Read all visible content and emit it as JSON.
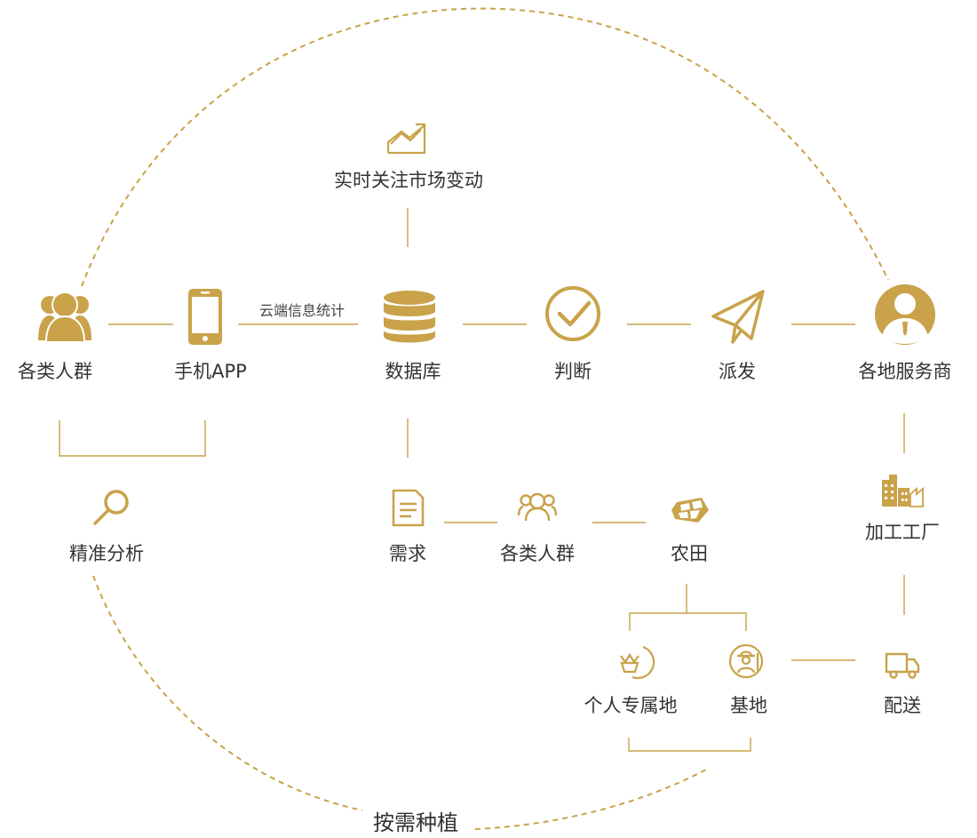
{
  "colors": {
    "gold": "#C9A24A",
    "text": "#333333",
    "dash": "#C9A24A"
  },
  "nodes": {
    "market": {
      "label": "实时关注市场变动",
      "icon": "trend-chart-icon"
    },
    "people": {
      "label": "各类人群",
      "icon": "people-group-icon"
    },
    "app": {
      "label": "手机APP",
      "icon": "smartphone-icon"
    },
    "database": {
      "label": "数据库",
      "icon": "database-icon"
    },
    "judge": {
      "label": "判断",
      "icon": "check-circle-icon"
    },
    "dispatch": {
      "label": "派发",
      "icon": "paper-plane-icon"
    },
    "provider": {
      "label": "各地服务商",
      "icon": "businessman-avatar-icon"
    },
    "analysis": {
      "label": "精准分析",
      "icon": "magnifier-icon"
    },
    "demand": {
      "label": "需求",
      "icon": "document-icon"
    },
    "people2": {
      "label": "各类人群",
      "icon": "people-outline-icon"
    },
    "farmland": {
      "label": "农田",
      "icon": "farmland-icon"
    },
    "factory": {
      "label": "加工工厂",
      "icon": "factory-buildings-icon"
    },
    "personal": {
      "label": "个人专属地",
      "icon": "crown-basket-icon"
    },
    "base": {
      "label": "基地",
      "icon": "farmer-icon"
    },
    "delivery": {
      "label": "配送",
      "icon": "delivery-truck-icon"
    }
  },
  "edge_labels": {
    "cloud_stats": "云端信息统计"
  },
  "footer": {
    "title": "按需种植"
  }
}
